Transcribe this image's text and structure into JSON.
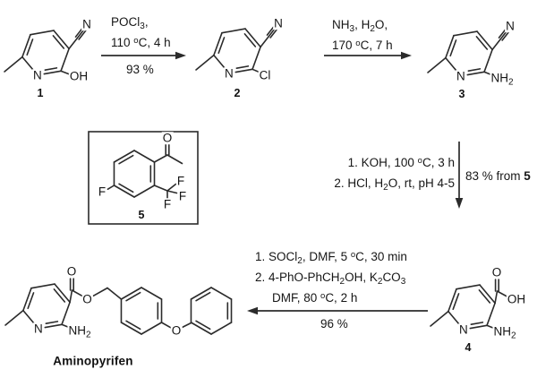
{
  "colors": {
    "ink": "#2b2b2b",
    "text": "#161616",
    "background": "#ffffff"
  },
  "compounds": {
    "compound1": {
      "number": "1",
      "ring_nitrogen": "N",
      "hydroxyl": "OH",
      "nitrile_nitrogen": "N"
    },
    "compound2": {
      "number": "2",
      "ring_nitrogen": "N",
      "chloride": "Cl",
      "nitrile_nitrogen": "N"
    },
    "compound3": {
      "number": "3",
      "ring_nitrogen": "N",
      "nitrile_nitrogen": "N",
      "amine": [
        {
          "t": "NH"
        },
        {
          "t": "2",
          "s": "sub"
        }
      ]
    },
    "compound4": {
      "number": "4",
      "ring_nitrogen": "N",
      "carbonyl_oxygen": "O",
      "hydroxyl": "OH",
      "amine": [
        {
          "t": "NH"
        },
        {
          "t": "2",
          "s": "sub"
        }
      ]
    },
    "compound5": {
      "number": "5",
      "carbonyl_oxygen": "O",
      "aryl_fluorine": "F",
      "cf3_fluorine1": "F",
      "cf3_fluorine2": "F",
      "cf3_fluorine3": "F"
    },
    "aminopyrifen": {
      "name": "Aminopyrifen",
      "ring_nitrogen": "N",
      "carbonyl_oxygen": "O",
      "ester_oxygen": "O",
      "ether_oxygen": "O",
      "amine": [
        {
          "t": "NH"
        },
        {
          "t": "2",
          "s": "sub"
        }
      ]
    }
  },
  "steps": {
    "step1": {
      "reagent_line1": [
        {
          "t": "POCl"
        },
        {
          "t": "3",
          "s": "sub"
        },
        {
          "t": ","
        }
      ],
      "reagent_line2": [
        {
          "t": "110 "
        },
        {
          "t": "o",
          "s": "sup"
        },
        {
          "t": "C, 4 h"
        }
      ],
      "yield": [
        {
          "t": "93 %"
        }
      ]
    },
    "step2": {
      "reagent_line1": [
        {
          "t": "NH"
        },
        {
          "t": "3",
          "s": "sub"
        },
        {
          "t": ", H"
        },
        {
          "t": "2",
          "s": "sub"
        },
        {
          "t": "O,"
        }
      ],
      "reagent_line2": [
        {
          "t": "170 "
        },
        {
          "t": "o",
          "s": "sup"
        },
        {
          "t": "C, 7 h"
        }
      ]
    },
    "step3": {
      "reagent_line1": [
        {
          "t": "1. KOH, 100 "
        },
        {
          "t": "o",
          "s": "sup"
        },
        {
          "t": "C, 3 h"
        }
      ],
      "reagent_line2": [
        {
          "t": "2. HCl, H"
        },
        {
          "t": "2",
          "s": "sub"
        },
        {
          "t": "O, rt, pH 4-5"
        }
      ],
      "yield": [
        {
          "t": "83 % from "
        },
        {
          "t": "5",
          "s": "b"
        }
      ]
    },
    "step4": {
      "reagent_line1": [
        {
          "t": "1. SOCl"
        },
        {
          "t": "2",
          "s": "sub"
        },
        {
          "t": ", DMF, 5 "
        },
        {
          "t": "o",
          "s": "sup"
        },
        {
          "t": "C, 30 min"
        }
      ],
      "reagent_line2": [
        {
          "t": "2. 4-PhO-PhCH"
        },
        {
          "t": "2",
          "s": "sub"
        },
        {
          "t": "OH, K"
        },
        {
          "t": "2",
          "s": "sub"
        },
        {
          "t": "CO"
        },
        {
          "t": "3",
          "s": "sub"
        }
      ],
      "reagent_line3": [
        {
          "t": "DMF, 80 "
        },
        {
          "t": "o",
          "s": "sup"
        },
        {
          "t": "C, 2 h"
        }
      ],
      "yield": [
        {
          "t": "96 %"
        }
      ]
    }
  }
}
